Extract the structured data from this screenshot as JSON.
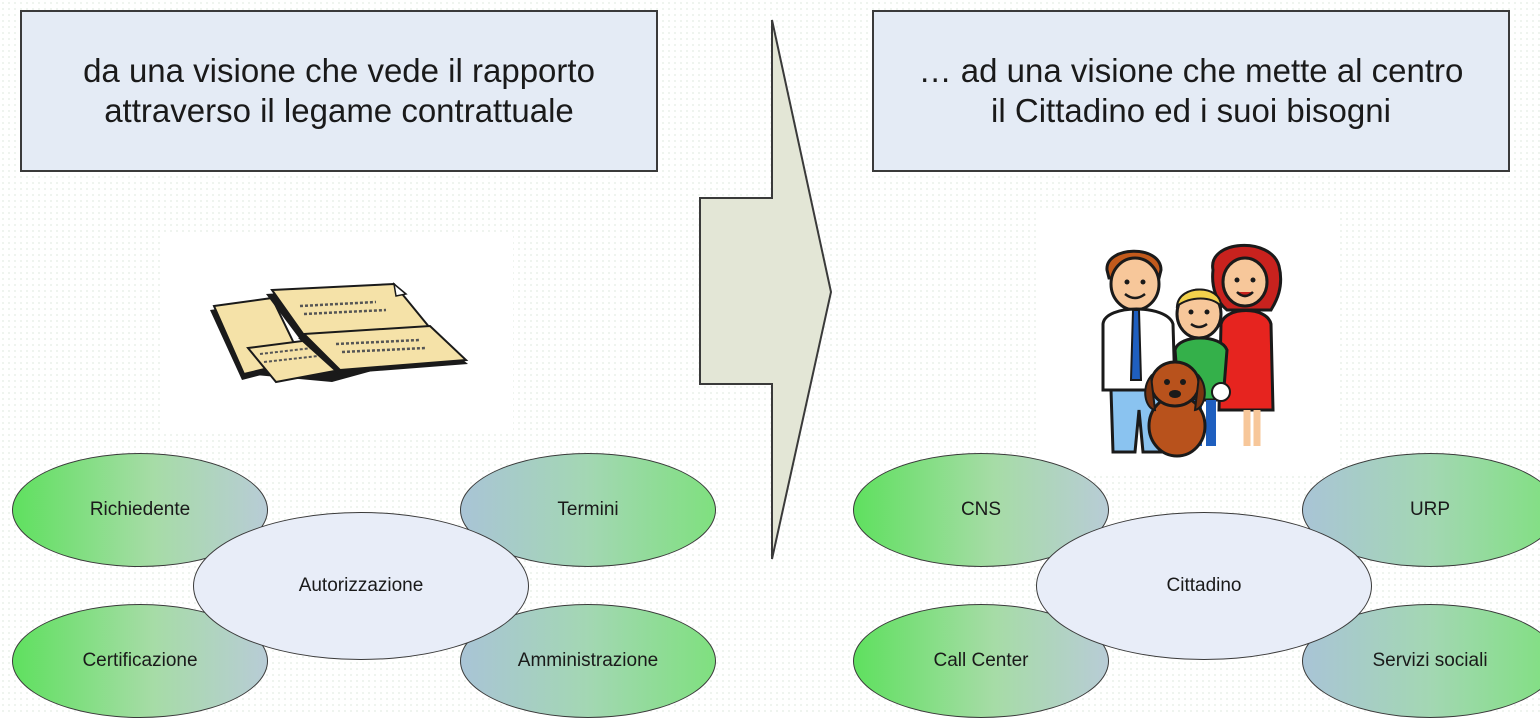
{
  "left_panel": {
    "title": "da una visione che vede il rapporto\nattraverso il legame contrattuale",
    "center": "Autorizzazione",
    "top_left": "Richiedente",
    "top_right": "Termini",
    "bottom_left": "Certificazione",
    "bottom_right": "Amministrazione",
    "illustration_icon": "contract-papers-icon"
  },
  "right_panel": {
    "title": "… ad una visione che mette al centro\nil Cittadino ed i suoi bisogni",
    "center": "Cittadino",
    "top_left": "CNS",
    "top_right": "URP",
    "bottom_left": "Call Center",
    "bottom_right": "Servizi sociali",
    "illustration_icon": "family-icon"
  },
  "arrow_icon": "right-arrow-icon",
  "colors": {
    "title_box_fill": "#e4ebf5",
    "oval_green": "#5fe05f",
    "oval_blue": "#a9c4d6",
    "center_oval_fill": "#e8edf8",
    "arrow_fill": "#e3e6d6"
  }
}
